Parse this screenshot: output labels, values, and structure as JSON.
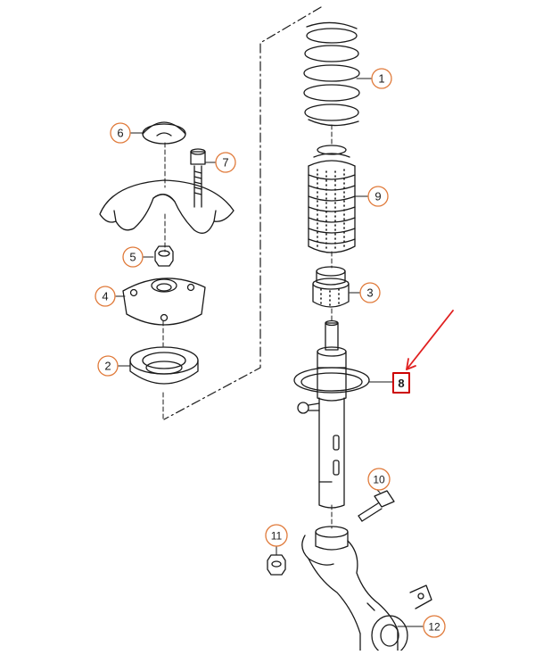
{
  "callouts": [
    {
      "id": "1",
      "label": "1"
    },
    {
      "id": "2",
      "label": "2"
    },
    {
      "id": "3",
      "label": "3"
    },
    {
      "id": "4",
      "label": "4"
    },
    {
      "id": "5",
      "label": "5"
    },
    {
      "id": "6",
      "label": "6"
    },
    {
      "id": "7",
      "label": "7"
    },
    {
      "id": "8",
      "label": "8",
      "highlighted": true
    },
    {
      "id": "9",
      "label": "9"
    },
    {
      "id": "10",
      "label": "10"
    },
    {
      "id": "11",
      "label": "11"
    },
    {
      "id": "12",
      "label": "12"
    }
  ],
  "colors": {
    "line": "#1a1a1a",
    "callout_circle": "#e07a3a",
    "highlight_box": "#cc0000",
    "arrow": "#e02020",
    "background": "#ffffff"
  }
}
